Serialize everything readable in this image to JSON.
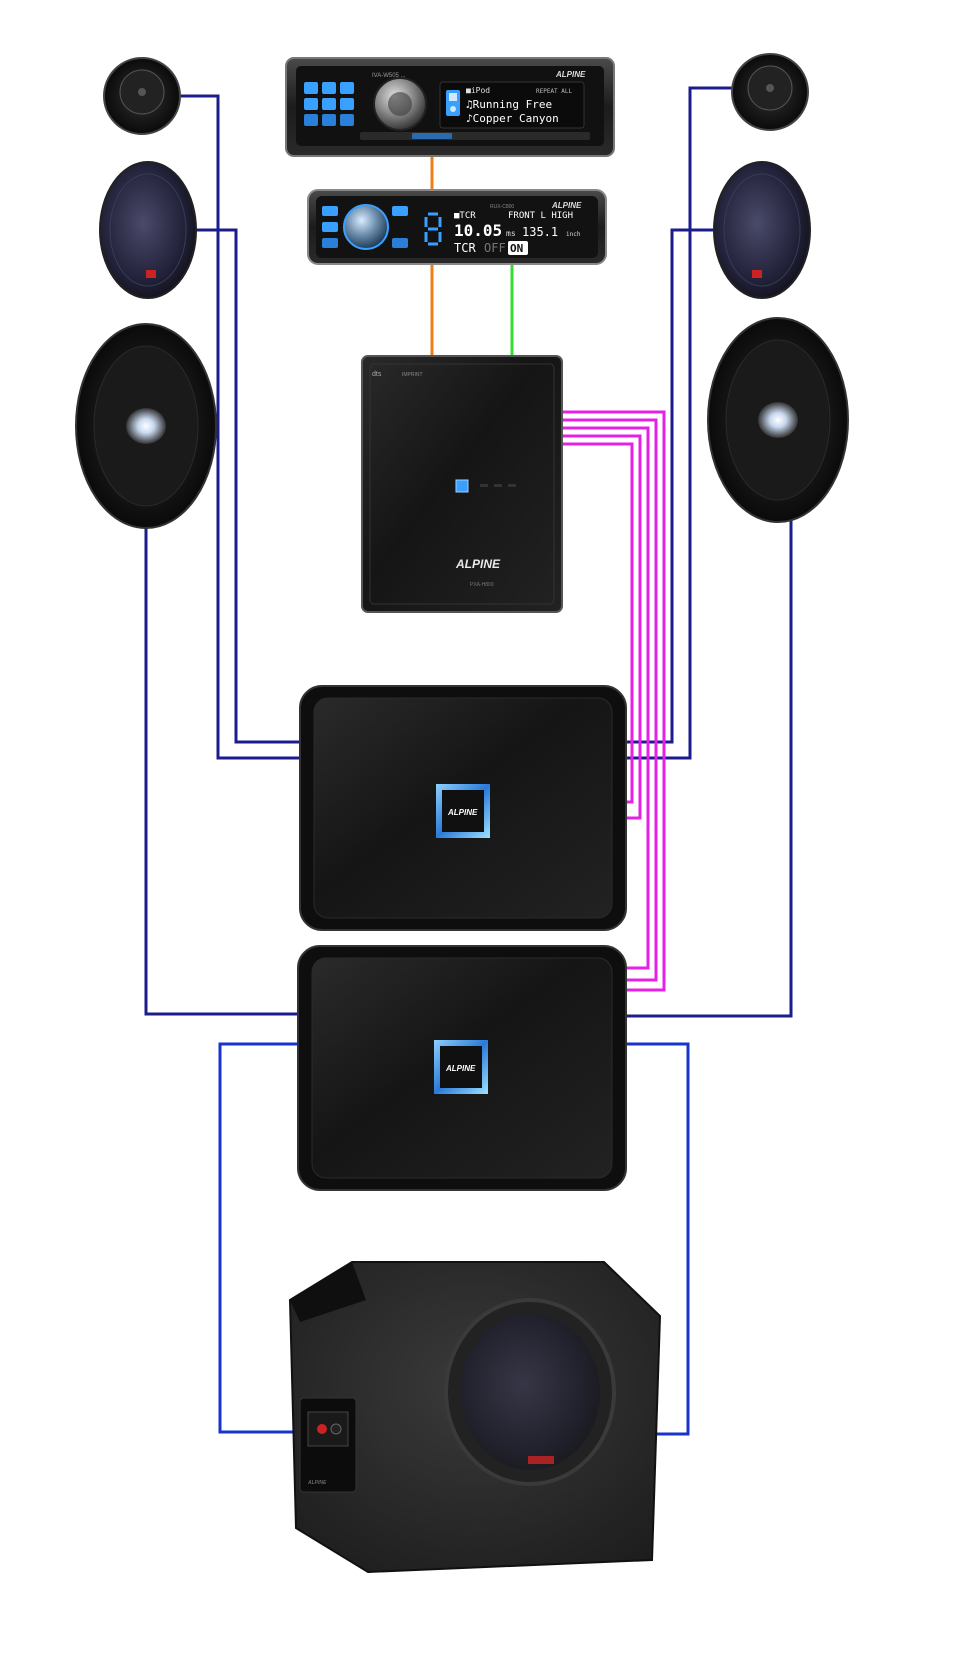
{
  "colors": {
    "speaker_wire_dark": "#1c1c8c",
    "speaker_wire_sub": "#1a33cc",
    "optical_link": "#f07f1a",
    "control_link": "#33dd33",
    "rca_signal": "#e620e6",
    "accent_blue": "#3aa0ff",
    "device_black": "#141414"
  },
  "head_unit": {
    "model": "IVA-W505 ...",
    "brand": "ALPINE",
    "display_lines": [
      "■iPod",
      "♫Running Free",
      "♪Copper Canyon"
    ],
    "display_tag": "REPEAT ALL",
    "icon": "ipod-icon"
  },
  "controller": {
    "brand": "ALPINE",
    "model": "RUX-C800",
    "display_mode": "■TCR",
    "display_channel": "FRONT L HIGH",
    "display_value": "10.05",
    "display_unit": "ms",
    "display_value2": "135.1",
    "display_unit2": "inch",
    "tcr_label": "TCR",
    "off_label": "OFF",
    "on_label": "ON"
  },
  "processor": {
    "brand": "ALPINE",
    "top_label": "dts",
    "model": "PXA-H800",
    "model_sub": "IMPRINT"
  },
  "amplifiers": [
    {
      "brand": "ALPINE"
    },
    {
      "brand": "ALPINE"
    }
  ],
  "subwoofer": {
    "brand": "ALPINE"
  }
}
